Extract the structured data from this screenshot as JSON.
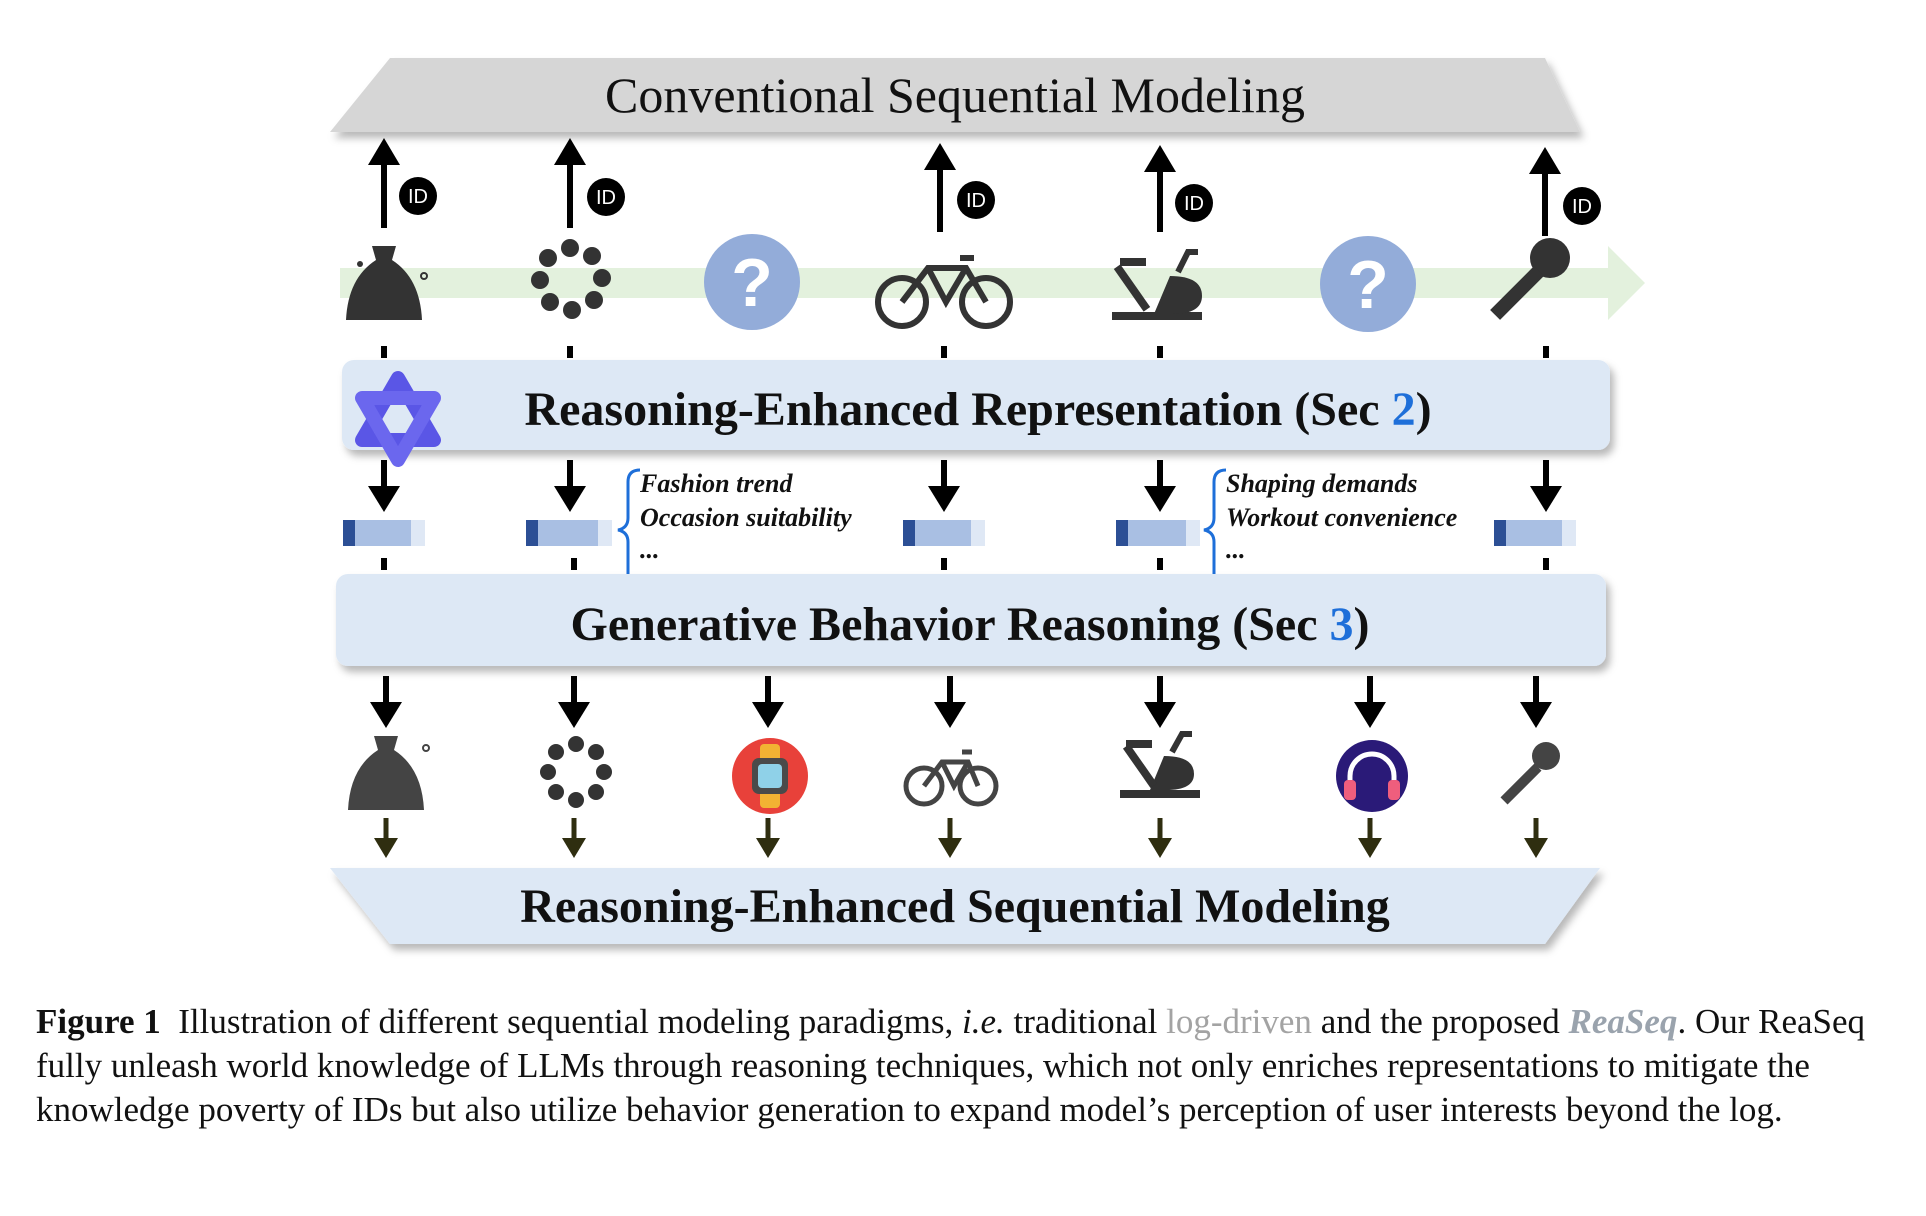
{
  "figure": {
    "top_banner": "Conventional Sequential Modeling",
    "ree_block": {
      "prefix": "Reasoning-Enhanced Representation (Sec ",
      "ref": "2",
      "suffix": ")"
    },
    "gbr_block": {
      "prefix": "Generative Behavior Reasoning (Sec ",
      "ref": "3",
      "suffix": ")"
    },
    "bottom_banner": "Reasoning-Enhanced Sequential Modeling",
    "id_badge": "ID",
    "unknown_mark": "?",
    "notes_left": [
      "Fashion trend",
      "Occasion suitability",
      "..."
    ],
    "notes_right": [
      "Shaping demands",
      "Workout convenience",
      "..."
    ],
    "items_top": [
      "dress-icon",
      "necklace-icon",
      "unknown-item-icon",
      "bicycle-icon",
      "exercise-bike-icon",
      "unknown-item-icon",
      "microphone-icon"
    ],
    "items_bottom": [
      "dress-icon",
      "necklace-icon",
      "smartwatch-icon",
      "bicycle-icon",
      "exercise-bike-icon",
      "headphones-icon",
      "microphone-icon"
    ],
    "colors": {
      "banner_gray": "#d6d6d6",
      "block_blue": "#dde8f5",
      "ref_blue": "#1e6fd9",
      "unknown_circle": "#93acd9",
      "flow_arrow": "#e3f1dd",
      "emb_dark": "#2c4f95",
      "emb_mid": "#a9bfe3",
      "emb_light": "#dfe8f5"
    }
  },
  "caption": {
    "label": "Figure 1",
    "t1": "Illustration of different sequential modeling paradigms, ",
    "ie": "i.e.",
    "t2": " traditional ",
    "log_driven": "log-driven",
    "t3": " and the proposed ",
    "reaseq": "ReaSeq",
    "t4": ". Our ReaSeq fully unleash world knowledge of LLMs through reasoning techniques, which not only enriches representations to mitigate the knowledge poverty of IDs but also utilize behavior generation to expand model’s perception of user interests beyond the log."
  }
}
